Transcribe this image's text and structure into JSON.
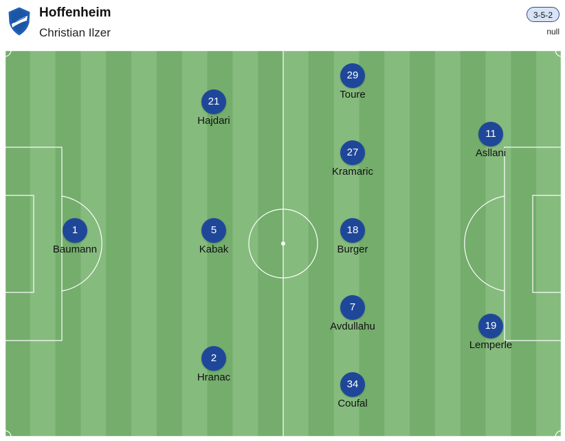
{
  "header": {
    "team": "Hoffenheim",
    "coach": "Christian Ilzer",
    "formation": "3-5-2",
    "meta": "null"
  },
  "colors": {
    "pitch_light": "#86bb7e",
    "pitch_dark": "#74ad6c",
    "line": "#ffffff",
    "player_badge": "#1f4799",
    "formation_badge_bg": "#d8e3f6",
    "formation_badge_border": "#2b4a8c"
  },
  "icons": {
    "crest": "tsg-hoffenheim-crest-icon"
  },
  "players": [
    {
      "number": "1",
      "name": "Baumann"
    },
    {
      "number": "21",
      "name": "Hajdari"
    },
    {
      "number": "5",
      "name": "Kabak"
    },
    {
      "number": "2",
      "name": "Hranac"
    },
    {
      "number": "29",
      "name": "Toure"
    },
    {
      "number": "27",
      "name": "Kramaric"
    },
    {
      "number": "18",
      "name": "Burger"
    },
    {
      "number": "7",
      "name": "Avdullahu"
    },
    {
      "number": "34",
      "name": "Coufal"
    },
    {
      "number": "11",
      "name": "Asllani"
    },
    {
      "number": "19",
      "name": "Lemperle"
    }
  ]
}
